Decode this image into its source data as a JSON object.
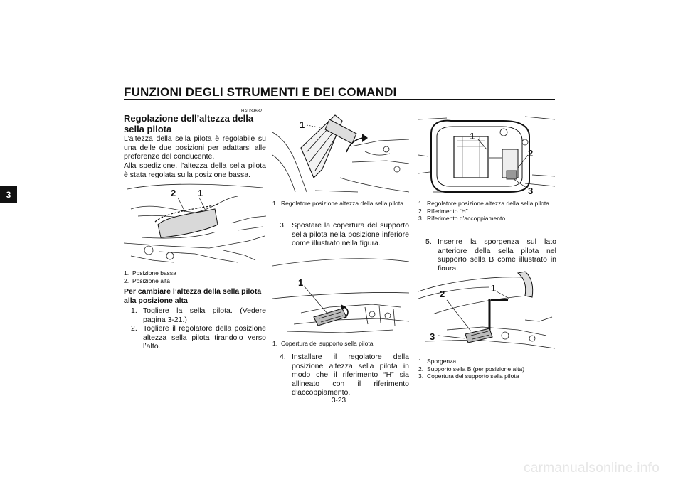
{
  "header": {
    "title": "FUNZIONI DEGLI STRUMENTI E DEI COMANDI",
    "chapter_tab": "3"
  },
  "section": {
    "code": "HAU39632",
    "title": "Regolazione dell’altezza della sella pilota",
    "intro_1": "L’altezza della sella pilota è regolabile su una delle due posizioni per adattarsi alle preferenze del conducente.",
    "intro_2": "Alla spedizione, l’altezza della sella pilota è stata regolata sulla posizione bassa."
  },
  "figures": {
    "fig1": {
      "callouts": [
        "2",
        "1"
      ],
      "captions": [
        {
          "n": "1.",
          "text": "Posizione bassa"
        },
        {
          "n": "2.",
          "text": "Posizione alta"
        }
      ]
    },
    "fig2": {
      "callouts": [
        "1"
      ],
      "captions": [
        {
          "n": "1.",
          "text": "Regolatore posizione altezza della sella pilota"
        }
      ]
    },
    "fig3": {
      "callouts": [
        "1"
      ],
      "captions": [
        {
          "n": "1.",
          "text": "Copertura del supporto sella pilota"
        }
      ]
    },
    "fig4": {
      "callouts": [
        "1",
        "2",
        "3"
      ],
      "captions": [
        {
          "n": "1.",
          "text": "Regolatore posizione altezza della sella pilota"
        },
        {
          "n": "2.",
          "text": "Riferimento “H”"
        },
        {
          "n": "3.",
          "text": "Riferimento d’accoppiamento"
        }
      ]
    },
    "fig5": {
      "callouts": [
        "1",
        "2",
        "3"
      ],
      "captions": [
        {
          "n": "1.",
          "text": "Sporgenza"
        },
        {
          "n": "2.",
          "text": "Supporto sella B (per posizione alta)"
        },
        {
          "n": "3.",
          "text": "Copertura del supporto sella pilota"
        }
      ]
    }
  },
  "procedure": {
    "heading": "Per cambiare l’altezza della sella pilota alla posizione alta",
    "steps": [
      {
        "n": "1.",
        "text": "Togliere la sella pilota. (Vedere pagina 3-21.)"
      },
      {
        "n": "2.",
        "text": "Togliere il regolatore della posizione altezza sella pilota tirandolo verso l’alto."
      },
      {
        "n": "3.",
        "text": "Spostare la copertura del supporto sella pilota nella posizione inferiore come illustrato nella figura."
      },
      {
        "n": "4.",
        "text": "Installare il regolatore della posizione altezza sella pilota in modo che il riferimento “H” sia allineato con il riferimento d’accoppiamento."
      },
      {
        "n": "5.",
        "text": "Inserire la sporgenza sul lato anteriore della sella pilota nel supporto sella B come illustrato in figura."
      }
    ]
  },
  "page_number": "3-23",
  "footer": {
    "watermark": "carmanualsonline.info"
  }
}
